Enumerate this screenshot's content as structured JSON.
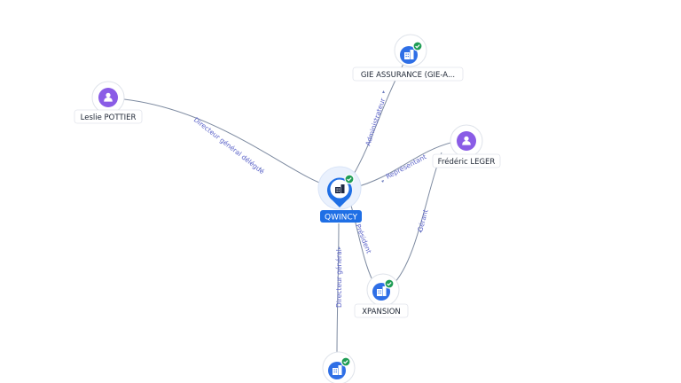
{
  "nodes": {
    "gie_assurance": "GIE ASSURANCE (GIE-A...",
    "leslie_pottier": "Leslie POTTIER",
    "frederic_leger": "Frédéric LEGER",
    "qwincy": "QWINCY",
    "xpansion": "XPANSION"
  },
  "edges": {
    "directeur_general_delegue": "Directeur général délégué",
    "administrateur": "Administrateur",
    "representant": "Représentant",
    "gerant": "Gérant",
    "president": "Président",
    "directeur_general": "Directeur général"
  },
  "icons": {
    "person": "person-icon",
    "company": "building-icon",
    "verified": "check-icon"
  },
  "colors": {
    "person": "#8a5ce6",
    "company": "#2f6fe6",
    "verified": "#1f9d55",
    "center": "#1f6fe5",
    "edge_label": "#5b63c8"
  }
}
